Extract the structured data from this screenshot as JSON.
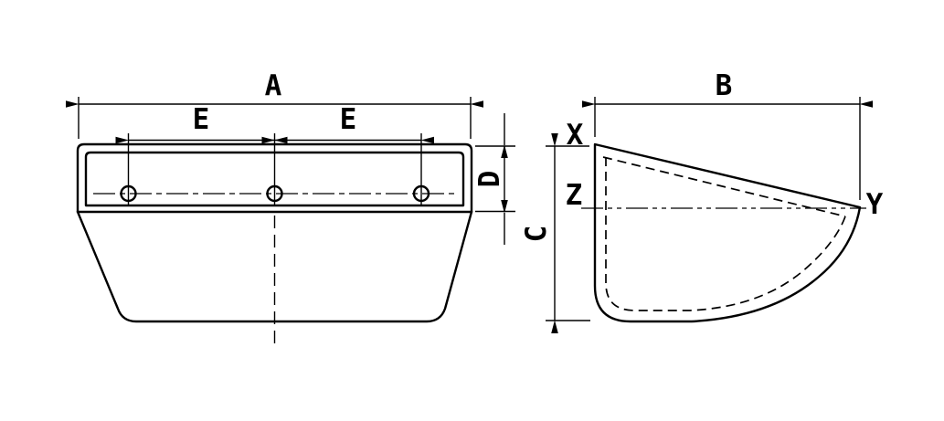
{
  "drawing": {
    "type": "technical-drawing",
    "subject": "bucket-two-view-dimension-drawing",
    "colors": {
      "line": "#000000",
      "background": "#ffffff"
    },
    "front_view": {
      "dim_a": "A",
      "dim_e_left": "E",
      "dim_e_right": "E",
      "dim_d": "D",
      "hole_count": "3"
    },
    "side_view": {
      "dim_b": "B",
      "dim_c": "C",
      "point_x": "X",
      "point_y": "Y",
      "point_z": "Z"
    }
  }
}
